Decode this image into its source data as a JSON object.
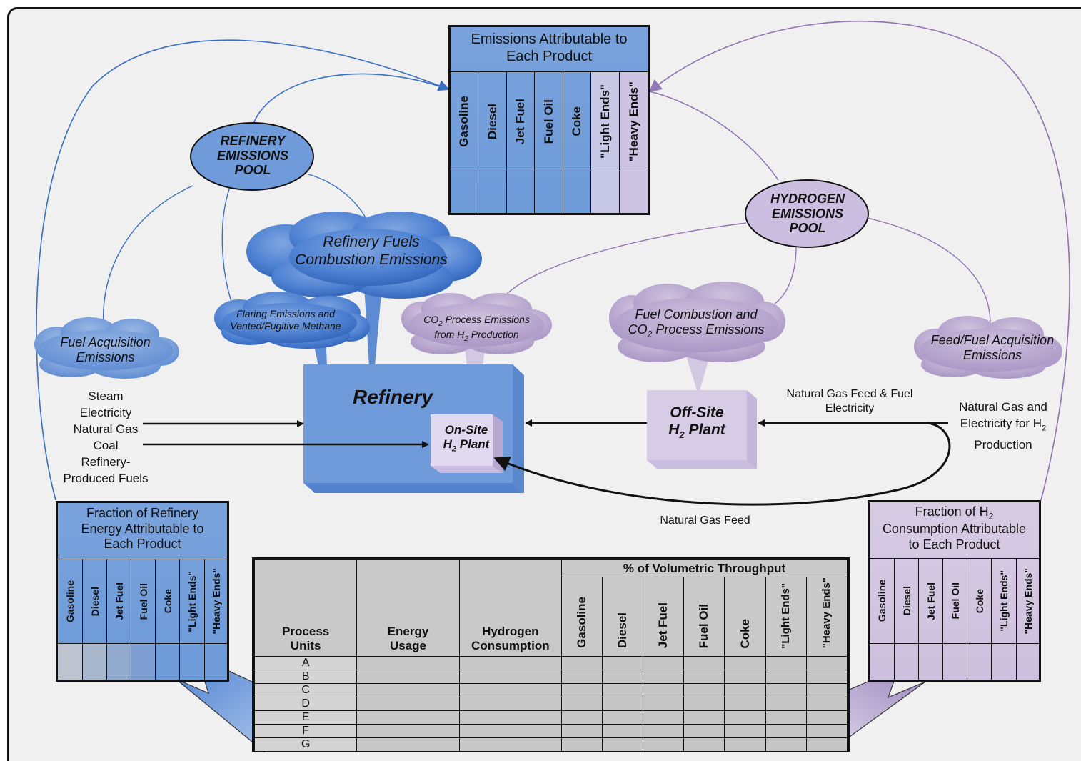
{
  "emissions_table": {
    "title_line1": "Emissions Attributable to",
    "title_line2": "Each Product"
  },
  "products": [
    "Gasoline",
    "Diesel",
    "Jet Fuel",
    "Fuel Oil",
    "Coke",
    "\"Light Ends\"",
    "\"Heavy Ends\""
  ],
  "pools": {
    "refinery": [
      "REFINERY",
      "EMISSIONS",
      "POOL"
    ],
    "hydrogen": [
      "HYDROGEN",
      "EMISSIONS",
      "POOL"
    ]
  },
  "clouds": {
    "refinery_fuels": [
      "Refinery Fuels",
      "Combustion Emissions"
    ],
    "flaring": [
      "Flaring Emissions and",
      "Vented/Fugitive Methane"
    ],
    "fuel_acquisition": [
      "Fuel Acquisition",
      "Emissions"
    ],
    "co2_process": {
      "l1a": "CO",
      "l1sub": "2",
      "l1b": " Process Emissions",
      "l2a": "from H",
      "l2sub": "2",
      "l2b": " Production"
    },
    "fuel_combustion": {
      "l1": "Fuel Combustion and",
      "l2a": "CO",
      "l2sub": "2",
      "l2b": " Process Emissions"
    },
    "feed_fuel": [
      "Feed/Fuel Acquisition",
      "Emissions"
    ]
  },
  "blocks": {
    "refinery": "Refinery",
    "onsite": {
      "l1": "On-Site",
      "l2a": "H",
      "l2sub": "2",
      "l2b": " Plant"
    },
    "offsite": {
      "l1": "Off-Site",
      "l2a": "H",
      "l2sub": "2",
      "l2b": " Plant"
    }
  },
  "inputs": [
    "Steam",
    "Electricity",
    "Natural Gas",
    "Coal",
    "Refinery-",
    "Produced Fuels"
  ],
  "labels": {
    "ng_feed_fuel": [
      "Natural Gas Feed & Fuel",
      "Electricity"
    ],
    "ng_electricity": {
      "0": "Natural Gas and",
      "1a": "Electricity for H",
      "1sub": "2",
      "2": "Production"
    },
    "ng_feed": "Natural Gas Feed"
  },
  "refinery_fraction": {
    "title": [
      "Fraction of Refinery",
      "Energy Attributable to",
      "Each Product"
    ]
  },
  "h2_fraction": {
    "title_l1a": "Fraction of H",
    "title_l1sub": "2",
    "title_l2": "Consumption Attributable",
    "title_l3": "to Each Product"
  },
  "process_table": {
    "headers": [
      "Process",
      "Units",
      "Energy",
      "Usage",
      "Hydrogen",
      "Consumption"
    ],
    "throughput_header": "% of Volumetric Throughput",
    "light_ends_2l": "\"Light Ends\"",
    "heavy_ends_2l": "\"Heavy Ends\"",
    "rows": [
      "A",
      "B",
      "C",
      "D",
      "E",
      "F",
      "G"
    ]
  }
}
